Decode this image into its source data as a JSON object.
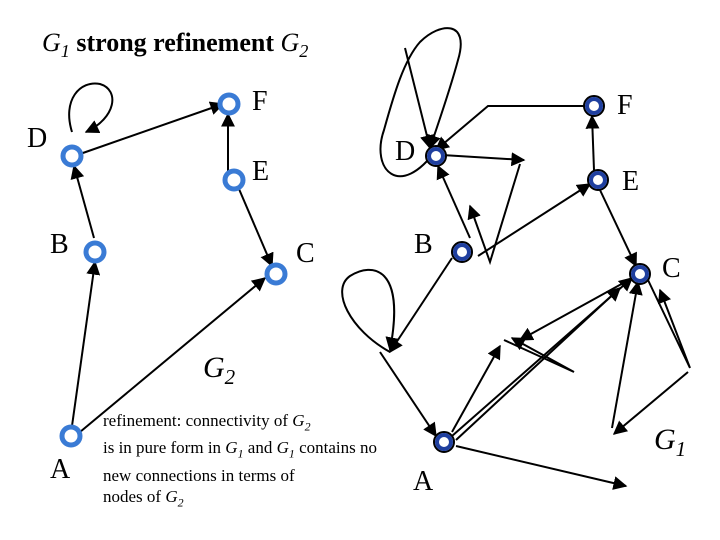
{
  "title": {
    "g1": "G",
    "g1_sub": "1",
    "text": "strong refinement",
    "g2": "G",
    "g2_sub": "2"
  },
  "g2_caption": {
    "g": "G",
    "sub": "2"
  },
  "g1_caption": {
    "g": "G",
    "sub": "1"
  },
  "left_nodes": {
    "F": "F",
    "D": "D",
    "E": "E",
    "B": "B",
    "C": "C",
    "A": "A"
  },
  "right_nodes": {
    "F": "F",
    "D": "D",
    "E": "E",
    "B": "B",
    "C": "C",
    "A": "A"
  },
  "note": {
    "line1": "refinement: connectivity of ",
    "line2a": "is in pure form in ",
    "line2b": " and ",
    "line2c": " contains no",
    "line3": "new connections in terms of",
    "line4": "nodes of ",
    "G": "G",
    "sub1": "1",
    "sub2": "2"
  },
  "colors": {
    "left_node": "#3a7bd5",
    "right_node": "#1f3f9f",
    "edge": "#000000"
  }
}
